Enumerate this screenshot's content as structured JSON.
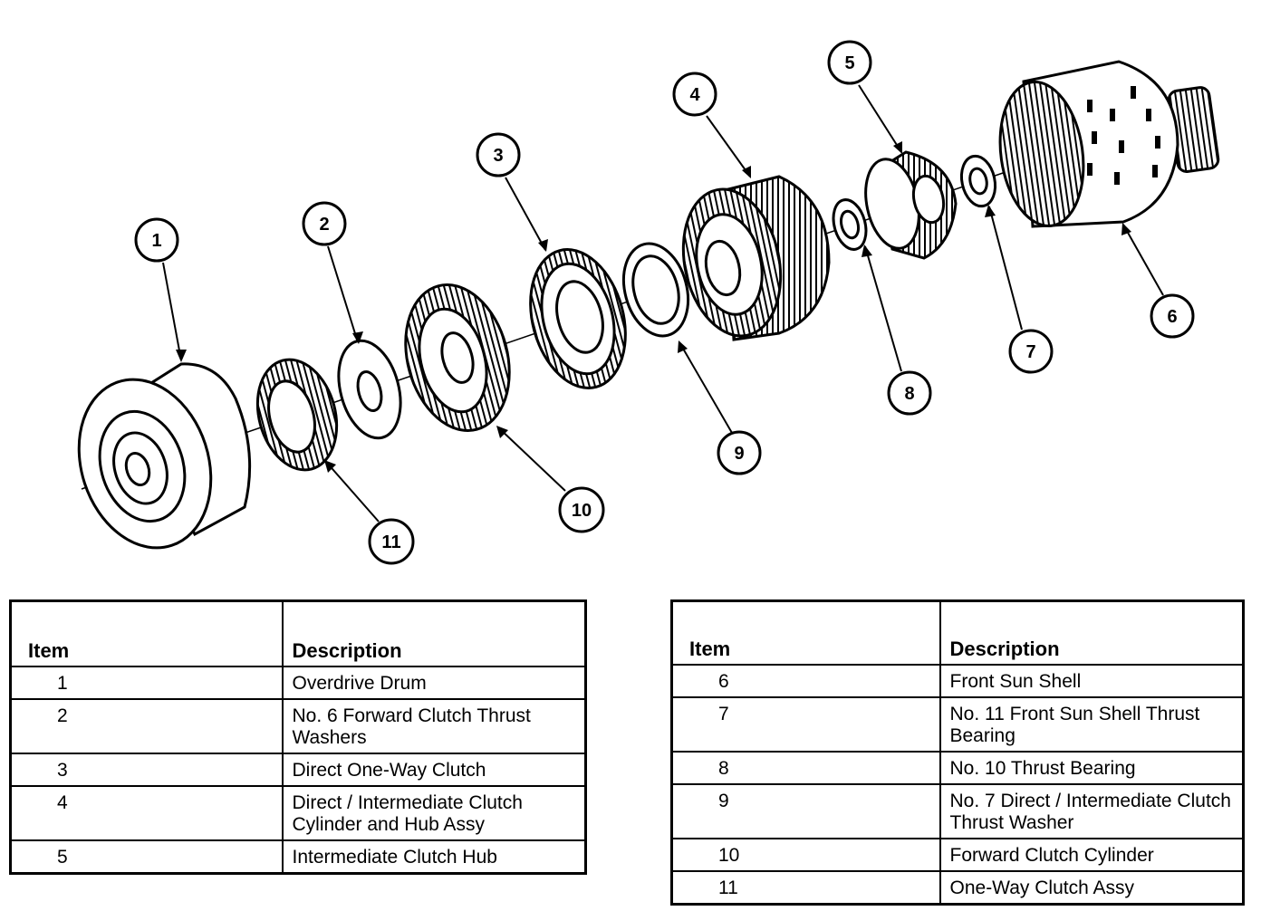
{
  "callouts": [
    "1",
    "2",
    "3",
    "4",
    "5",
    "6",
    "7",
    "8",
    "9",
    "10",
    "11"
  ],
  "table_left": {
    "header_item": "Item",
    "header_desc": "Description",
    "rows": [
      {
        "item": "1",
        "desc": "Overdrive Drum"
      },
      {
        "item": "2",
        "desc": "No. 6 Forward Clutch Thrust Washers"
      },
      {
        "item": "3",
        "desc": "Direct One-Way Clutch"
      },
      {
        "item": "4",
        "desc": "Direct / Intermediate Clutch Cylinder and Hub Assy"
      },
      {
        "item": "5",
        "desc": "Intermediate Clutch Hub"
      }
    ]
  },
  "table_right": {
    "header_item": "Item",
    "header_desc": "Description",
    "rows": [
      {
        "item": "6",
        "desc": "Front Sun Shell"
      },
      {
        "item": "7",
        "desc": "No. 11 Front Sun Shell Thrust Bearing"
      },
      {
        "item": "8",
        "desc": "No. 10 Thrust Bearing"
      },
      {
        "item": "9",
        "desc": "No. 7 Direct / Intermediate Clutch Thrust Washer"
      },
      {
        "item": "10",
        "desc": "Forward Clutch Cylinder"
      },
      {
        "item": "11",
        "desc": "One-Way Clutch Assy"
      }
    ]
  }
}
